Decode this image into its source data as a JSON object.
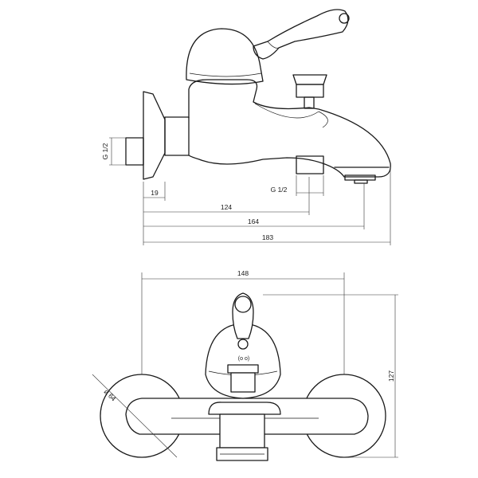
{
  "side_view": {
    "labels": {
      "inlet_thread": "G 1/2",
      "outlet_thread": "G 1/2",
      "dim_19": "19",
      "dim_124": "124",
      "dim_164": "164",
      "dim_183": "183"
    }
  },
  "front_view": {
    "labels": {
      "width": "148",
      "height": "127",
      "flange_diameter": "ø 64",
      "diverter_marking": "(o o)"
    }
  },
  "colors": {
    "line": "#1a1a1a",
    "background": "#ffffff"
  }
}
